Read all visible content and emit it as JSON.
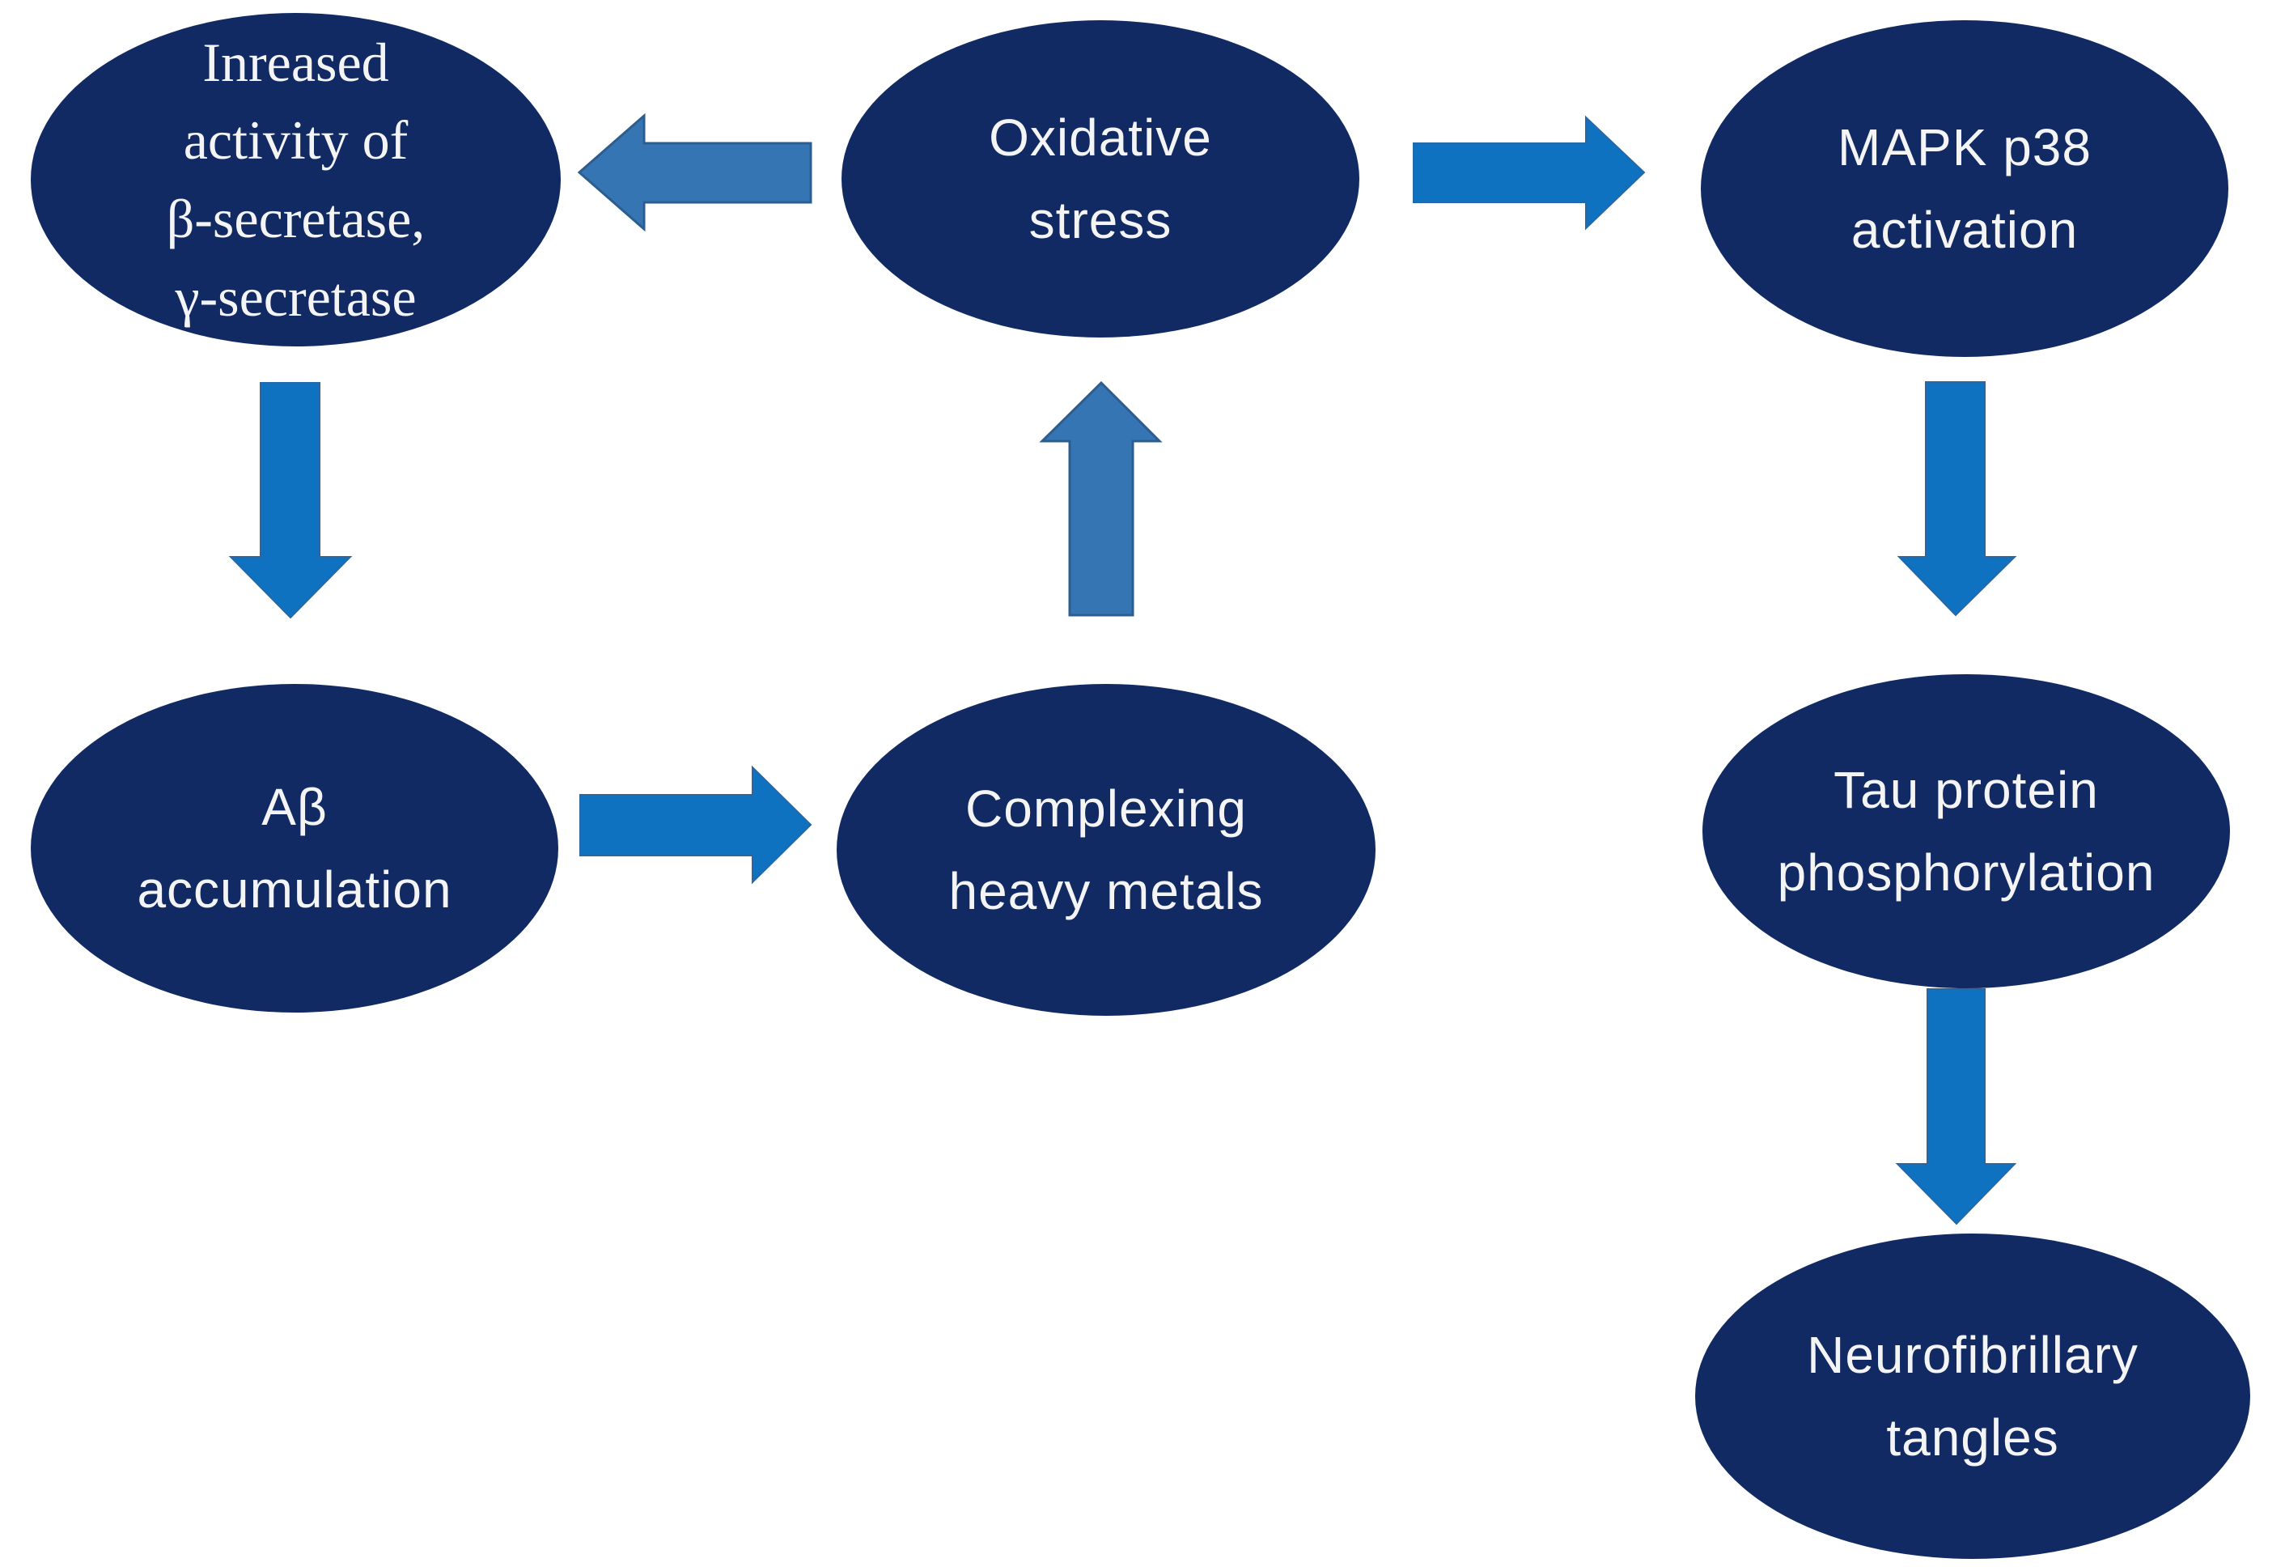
{
  "diagram": {
    "title": "Oxidative stress pathway flowchart",
    "colors": {
      "background": "#ffffff",
      "node_fill": "#112a63",
      "node_text": "#f4f4f4",
      "arrow_muted": "#3675b4",
      "arrow_muted_border": "#2c5d8f",
      "arrow_bright": "#0e72c0",
      "arrow_bright_border": "#2668a6"
    },
    "nodes": [
      {
        "id": "increased-activity",
        "label": "Inreased\nactivity of\nβ-secretase,\nγ-secretase"
      },
      {
        "id": "oxidative-stress",
        "label": "Oxidative\nstress"
      },
      {
        "id": "mapk-p38",
        "label": "MAPK p38\nactivation"
      },
      {
        "id": "ab-accumulation",
        "label": "Aβ\naccumulation"
      },
      {
        "id": "complexing-heavy-metals",
        "label": "Complexing\nheavy metals"
      },
      {
        "id": "tau-phosphorylation",
        "label": "Tau protein\nphosphorylation"
      },
      {
        "id": "neurofibrillary-tangles",
        "label": "Neurofibrillary\ntangles"
      }
    ],
    "edges": [
      {
        "from": "oxidative-stress",
        "to": "increased-activity",
        "direction": "left",
        "style": "muted"
      },
      {
        "from": "oxidative-stress",
        "to": "mapk-p38",
        "direction": "right",
        "style": "bright"
      },
      {
        "from": "increased-activity",
        "to": "ab-accumulation",
        "direction": "down",
        "style": "bright"
      },
      {
        "from": "complexing-heavy-metals",
        "to": "oxidative-stress",
        "direction": "up",
        "style": "muted"
      },
      {
        "from": "ab-accumulation",
        "to": "complexing-heavy-metals",
        "direction": "right",
        "style": "bright"
      },
      {
        "from": "mapk-p38",
        "to": "tau-phosphorylation",
        "direction": "down",
        "style": "bright"
      },
      {
        "from": "tau-phosphorylation",
        "to": "neurofibrillary-tangles",
        "direction": "down",
        "style": "bright"
      }
    ]
  }
}
